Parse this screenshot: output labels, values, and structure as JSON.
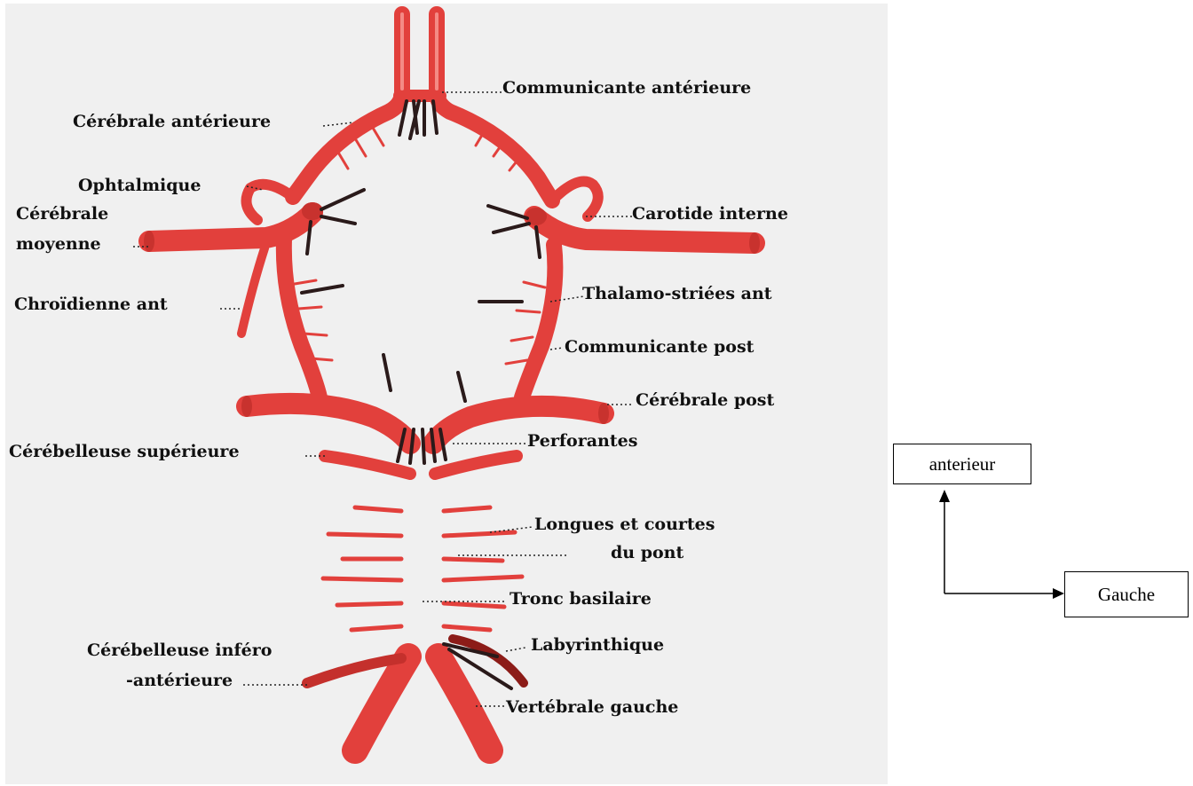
{
  "diagram": {
    "labels": {
      "communicante_anterieure": "Communicante antérieure",
      "cerebrale_anterieure": "Cérébrale antérieure",
      "ophtalmique": "Ophtalmique",
      "cerebrale_moyenne_1": "Cérébrale",
      "cerebrale_moyenne_2": "moyenne",
      "carotide_interne": "Carotide interne",
      "chroidienne_ant": "Chroïdienne ant",
      "thalamo_striees_ant": "Thalamo-striées ant",
      "communicante_post": "Communicante post",
      "cerebrale_post": "Cérébrale post",
      "cerebelleuse_superieure": "Cérébelleuse supérieure",
      "perforantes": "Perforantes",
      "longues_courtes_1": "Longues et courtes",
      "longues_courtes_2": "du pont",
      "tronc_basilaire": "Tronc basilaire",
      "cerebelleuse_infero_1": "Cérébelleuse inféro",
      "cerebelleuse_infero_2": "-antérieure",
      "labyrinthique": "Labyrinthique",
      "vertebrale_gauche": "Vertébrale gauche"
    },
    "colors": {
      "artery": "#e2403c",
      "artery_dark": "#b0201c",
      "branch_dark": "#2a1a1a",
      "panel": "#f0f0f0"
    }
  },
  "orientation": {
    "anterior_label": "anterieur",
    "left_label": "Gauche"
  }
}
